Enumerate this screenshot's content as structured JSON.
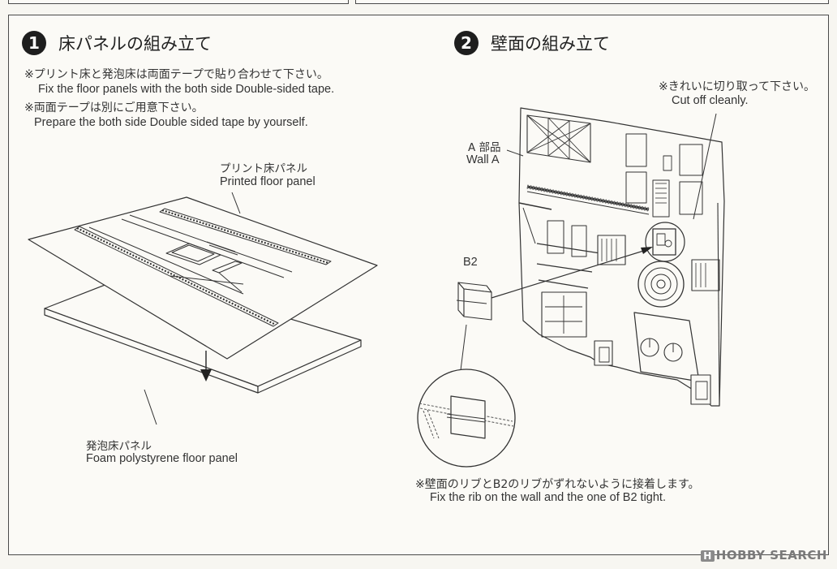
{
  "step1": {
    "number": "1",
    "title": "床パネルの組み立て",
    "note1_jp": "※プリント床と発泡床は両面テープで貼り合わせて下さい。",
    "note1_en": "Fix the floor panels with the both side Double-sided tape.",
    "note2_jp": "※両面テープは別にご用意下さい。",
    "note2_en": "Prepare the both side Double sided tape by yourself.",
    "printed_label_jp": "プリント床パネル",
    "printed_label_en": "Printed floor panel",
    "foam_label_jp": "発泡床パネル",
    "foam_label_en": "Foam polystyrene floor panel"
  },
  "step2": {
    "number": "2",
    "title": "壁面の組み立て",
    "cut_note_jp": "※きれいに切り取って下さい。",
    "cut_note_en": "Cut off cleanly.",
    "wall_label_jp": "A 部品",
    "wall_label_en": "Wall A",
    "part_label": "B2",
    "rib_note_jp": "※壁面のリブとB2のリブがずれないように接着します。",
    "rib_note_en": "Fix the rib on the wall and the one of B2 tight."
  },
  "watermark": {
    "badge": "H",
    "text": "HOBBY SEARCH"
  }
}
